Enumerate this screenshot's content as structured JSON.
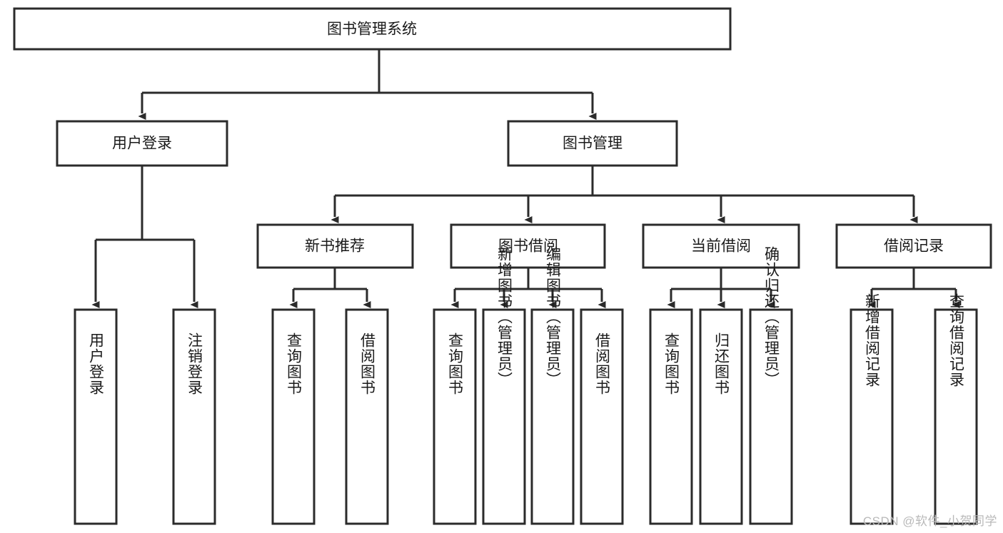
{
  "diagram": {
    "title": "图书管理系统",
    "type": "hierarchy-tree",
    "root": {
      "id": "root",
      "label": "图书管理系统",
      "orientation": "horizontal"
    },
    "level2": [
      {
        "id": "user-login",
        "label": "用户登录",
        "orientation": "horizontal"
      },
      {
        "id": "book-management",
        "label": "图书管理",
        "orientation": "horizontal"
      }
    ],
    "level3": [
      {
        "id": "new-book-recommend",
        "label": "新书推荐",
        "orientation": "horizontal",
        "parent": "book-management"
      },
      {
        "id": "book-borrow",
        "label": "图书借阅",
        "orientation": "horizontal",
        "parent": "book-management"
      },
      {
        "id": "current-borrow",
        "label": "当前借阅",
        "orientation": "horizontal",
        "parent": "book-management"
      },
      {
        "id": "borrow-record",
        "label": "借阅记录",
        "orientation": "horizontal",
        "parent": "book-management"
      }
    ],
    "leaves": {
      "user-login": [
        {
          "id": "leaf-user-login",
          "label": "用户登录",
          "orientation": "vertical"
        },
        {
          "id": "leaf-user-logout",
          "label": "注销登录",
          "orientation": "vertical"
        }
      ],
      "new-book-recommend": [
        {
          "id": "leaf-query-book-1",
          "label": "查询图书",
          "orientation": "vertical"
        },
        {
          "id": "leaf-borrow-book-1",
          "label": "借阅图书",
          "orientation": "vertical"
        }
      ],
      "book-borrow": [
        {
          "id": "leaf-query-book-2",
          "label": "查询图书",
          "orientation": "vertical"
        },
        {
          "id": "leaf-add-book",
          "label": "新增图书（管理员）",
          "orientation": "vertical"
        },
        {
          "id": "leaf-edit-book",
          "label": "编辑图书（管理员）",
          "orientation": "vertical"
        },
        {
          "id": "leaf-borrow-book-2",
          "label": "借阅图书",
          "orientation": "vertical"
        }
      ],
      "current-borrow": [
        {
          "id": "leaf-query-book-3",
          "label": "查询图书",
          "orientation": "vertical"
        },
        {
          "id": "leaf-return-book",
          "label": "归还图书",
          "orientation": "vertical"
        },
        {
          "id": "leaf-confirm-return",
          "label": "确认归还（管理员）",
          "orientation": "vertical"
        }
      ],
      "borrow-record": [
        {
          "id": "leaf-add-record",
          "label": "新增借阅记录",
          "orientation": "vertical"
        },
        {
          "id": "leaf-query-record",
          "label": "查询借阅记录",
          "orientation": "vertical"
        }
      ]
    }
  },
  "colors": {
    "stroke": "#2b2b2b",
    "box_fill": "#ffffff",
    "text": "#1a1a1a",
    "background": "#ffffff",
    "watermark": "#b9b9b9"
  },
  "watermark": {
    "text": "CSDN @软件_小贺同学"
  }
}
